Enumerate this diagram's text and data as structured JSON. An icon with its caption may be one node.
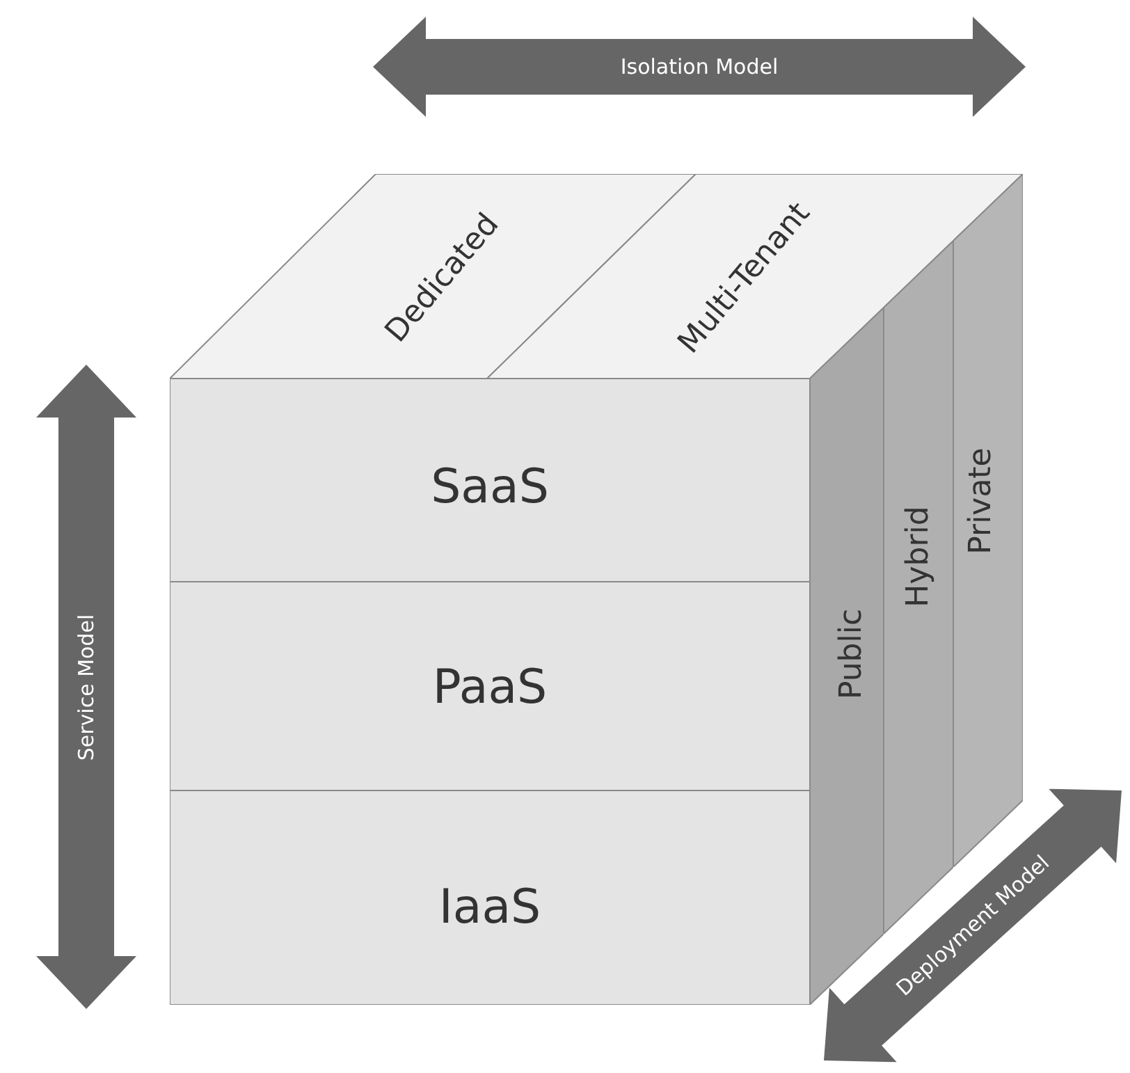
{
  "diagram": {
    "nodes": [
      {
        "text": [
          "SaaS"
        ]
      },
      {
        "text": [
          "PaaS"
        ]
      },
      {
        "text": [
          "IaaS"
        ]
      },
      {
        "text": [
          "Dedicated"
        ]
      },
      {
        "text": [
          "Multi-Tenant"
        ]
      },
      {
        "text": [
          "Public"
        ]
      },
      {
        "text": [
          "Hybrid"
        ]
      },
      {
        "text": [
          "Private"
        ]
      }
    ],
    "labels": [
      "Isolation Model",
      "Service Model",
      "Deployment Model"
    ]
  }
}
